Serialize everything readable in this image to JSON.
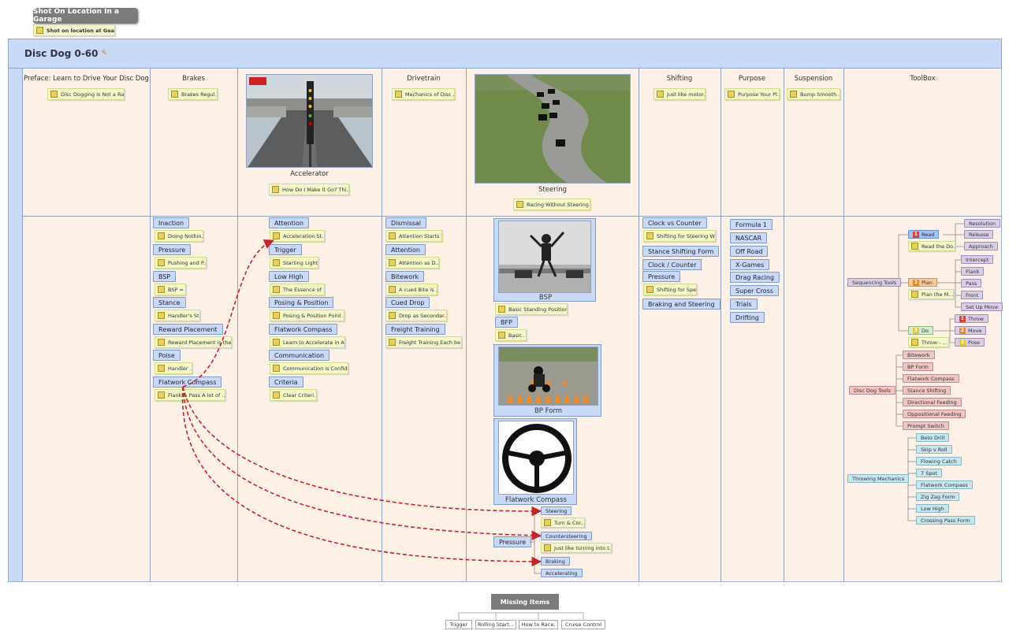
{
  "top": {
    "title": "Shot On Location In a Garage",
    "note": "Shot on location at Gear..."
  },
  "board": {
    "title": "Disc Dog 0-60"
  },
  "columns": [
    "Preface: Learn to Drive Your Disc Dog",
    "Brakes",
    "",
    "Drivetrain",
    "",
    "Shifting",
    "Purpose",
    "Suspension",
    "ToolBox"
  ],
  "row1": {
    "preface_note": "Disc Dogging is Not a Ra...",
    "brakes_note": "Brakes Regul...",
    "accel_caption": "Accelerator",
    "accel_note": "How Do I Make It Go? Thi...",
    "drivetrain_note": "Mechanics of Disc ...",
    "steering_caption": "Steering",
    "steering_note": "Racing Without Steering ...",
    "shifting_note": "Just like motor...",
    "purpose_note": "Purpose Your Pl...",
    "suspension_note": "Bump Smooth..."
  },
  "brakes_items": [
    {
      "tag": "Inaction",
      "note": "Doing Nothin..."
    },
    {
      "tag": "Pressure",
      "note": "Pushing and P..."
    },
    {
      "tag": "BSP",
      "note": "BSP = ..."
    },
    {
      "tag": "Stance",
      "note": "Handler's St..."
    },
    {
      "tag": "Reward Placement",
      "note": "Reward Placement is the ..."
    },
    {
      "tag": "Poise",
      "note": "Handler ..."
    },
    {
      "tag": "Flatwork Compass",
      "note": "Flank & Pass  A lot of ..."
    }
  ],
  "accel_items": [
    {
      "tag": "Attention",
      "note": "Acceleration St..."
    },
    {
      "tag": "Trigger",
      "note": "Starting Light..."
    },
    {
      "tag": "Low High",
      "note": "The Essence of ..."
    },
    {
      "tag": "Posing & Position",
      "note": "Posing & Position Point ..."
    },
    {
      "tag": "Flatwork Compass",
      "note": "Learn to Accelerate in A..."
    },
    {
      "tag": "Communication",
      "note": "Communication is Confide..."
    },
    {
      "tag": "Criteria",
      "note": "Clear Criteri..."
    }
  ],
  "drive_items": [
    {
      "tag": "Dismissal",
      "note": "Attention Starts ..."
    },
    {
      "tag": "Attention",
      "note": "Attention as D..."
    },
    {
      "tag": "Bitework",
      "note": "A cued Bite is ..."
    },
    {
      "tag": "Cued Drop",
      "note": "Drop as Secondar..."
    },
    {
      "tag": "Freight Training",
      "note": "Freight Training Each be..."
    }
  ],
  "steer_col": {
    "bsp_caption": "BSP",
    "bsp_note": "Basic Standing Position ...",
    "bfp_tag": "BFP",
    "bfp_note": "Basic ...",
    "bpform_caption": "BP Form",
    "fc_caption": "Flatwork Compass",
    "pressure_tag": "Pressure",
    "sub": [
      {
        "label": "Steering"
      },
      {
        "label": "Turn & Cor...",
        "note": true
      },
      {
        "label": "Countersteering"
      },
      {
        "label": "Just like turning into t...",
        "note": true
      },
      {
        "label": "Braking"
      },
      {
        "label": "Accelerating"
      }
    ]
  },
  "shift_items": [
    {
      "tag": "Clock vs Counter",
      "note": "Shifting for Steering Wh..."
    },
    {
      "tag": "Stance Shifting Form"
    },
    {
      "tag": "Clock / Counter"
    },
    {
      "tag": "Pressure",
      "note": "Shifting for Spe..."
    },
    {
      "tag": "Braking and Steering"
    }
  ],
  "purpose_items": [
    "Formula 1",
    "NASCAR",
    "Off Road",
    "X-Games",
    "Drag Racing",
    "Super Cross",
    "Trials",
    "Drifting"
  ],
  "toolbox": {
    "sequencing": "Sequencing Tools",
    "read": "Read",
    "read_note": "Read the Do...",
    "read_children": [
      "Resolution",
      "Release",
      "Approach"
    ],
    "plan": "Plan",
    "plan_note": "Plan the M...",
    "plan_children": [
      "Intercept",
      "Flank",
      "Pass",
      "Front",
      "Set Up Move"
    ],
    "do": "Do",
    "do_note": "Throw - ...",
    "do_children": [
      "Throw",
      "Move",
      "Pose"
    ],
    "disc_dog_tools": "Disc Dog Tools",
    "disc_children": [
      "Bitework",
      "BP Form",
      "Flatwork Compass",
      "Stance Shifting",
      "Directional Feeding",
      "Oppositional Feeding",
      "Prompt Switch"
    ],
    "throwing": "Throwing Mechanics",
    "throw_children": [
      "Beto Drill",
      "Skip v Roll",
      "Flowing Catch",
      "7 Spot",
      "Flatwork Compass",
      "Zig Zag Form",
      "Low High",
      "Crossing Pass Form"
    ]
  },
  "missing": {
    "title": "Missing Items",
    "children": [
      "Trigger",
      "Rolling Start...",
      "How to Race.",
      "Cruise Control"
    ]
  },
  "nums": {
    "one": "1",
    "two": "2",
    "three": "3"
  },
  "colors": {
    "tag": "#c9daf8",
    "note": "#f3f7c9",
    "board": "#fdf0e6",
    "arrow": "#c0262a"
  }
}
